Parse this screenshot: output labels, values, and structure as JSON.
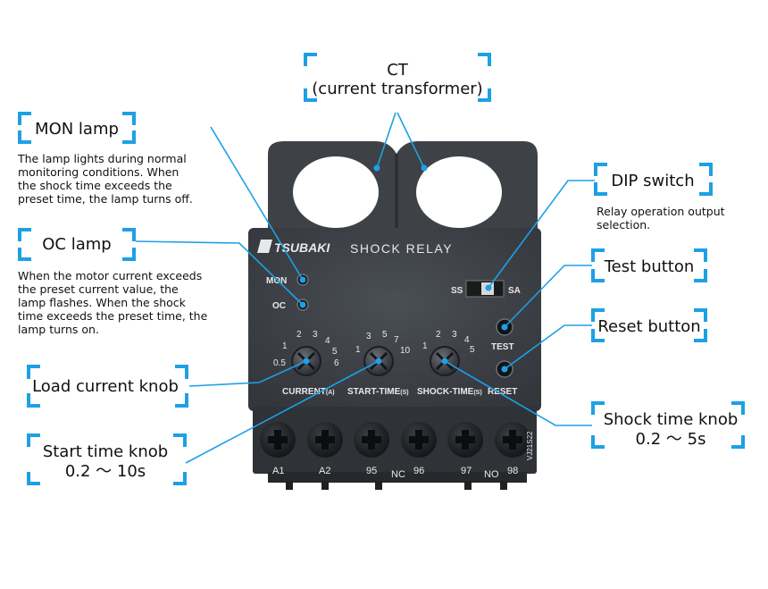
{
  "device": {
    "brand": "TSUBAKI",
    "model": "SHOCK RELAY",
    "lamp_mon": "MON",
    "lamp_oc": "OC",
    "switch_left": "SS",
    "switch_right": "SA",
    "test": "TEST",
    "reset": "RESET",
    "knob_current": "CURRENT",
    "knob_current_unit": "(A)",
    "knob_start": "START-TIME",
    "knob_start_unit": "(S)",
    "knob_shock": "SHOCK-TIME",
    "knob_shock_unit": "(S)",
    "scale_current": [
      "0.5",
      "1",
      "2",
      "3",
      "4",
      "5",
      "6"
    ],
    "scale_start": [
      "1",
      "3",
      "5",
      "7",
      "10"
    ],
    "scale_shock": [
      "1",
      "2",
      "3",
      "4",
      "5"
    ],
    "terminals": [
      "A1",
      "A2",
      "95",
      "NC",
      "96",
      "97",
      "NO",
      "98"
    ],
    "side_code": "VJ21S22"
  },
  "callouts": {
    "ct": {
      "title": "CT",
      "subtitle": "(current transformer)"
    },
    "mon": {
      "title": "MON lamp",
      "desc": [
        "The lamp lights during normal",
        "monitoring conditions. When",
        "the shock time exceeds the",
        "preset time, the lamp turns off."
      ]
    },
    "oc": {
      "title": "OC lamp",
      "desc": [
        "When the motor current exceeds",
        "the preset current value, the",
        "lamp flashes. When the shock",
        "time exceeds the preset time, the",
        "lamp turns on."
      ]
    },
    "load": {
      "title": "Load current knob"
    },
    "start": {
      "title": "Start time knob",
      "subtitle": "0.2 ～ 10s"
    },
    "dip": {
      "title": "DIP switch",
      "desc": [
        "Relay operation output",
        "selection."
      ]
    },
    "test": {
      "title": "Test button"
    },
    "reset": {
      "title": "Reset button"
    },
    "shock": {
      "title": "Shock time knob",
      "subtitle": "0.2 ～ 5s"
    }
  },
  "colors": {
    "accent": "#1ea0e6",
    "device_body": "#3b3f44",
    "device_dark": "#2a2d31"
  }
}
